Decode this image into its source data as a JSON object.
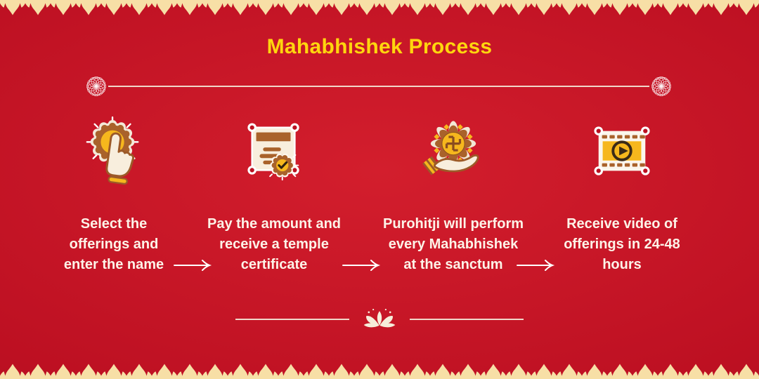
{
  "header": {
    "title": "Mahabhishek Process"
  },
  "steps": [
    {
      "icon": "tap-select-icon",
      "label": "Select the offerings and enter the name"
    },
    {
      "icon": "temple-certificate-icon",
      "label": "Pay the amount and receive a temple certificate"
    },
    {
      "icon": "priest-hand-swastika-icon",
      "label": "Purohitji will perform every Mahabhishek at the sanctum"
    },
    {
      "icon": "video-film-icon",
      "label": "Receive video of offerings in 24-48 hours"
    }
  ],
  "decorations": {
    "top_border": "temple-scallop-border",
    "bottom_border": "temple-scallop-border",
    "divider": "horizontal-line-with-mandala-rosettes",
    "footer": "lotus-flower-between-lines"
  },
  "colors": {
    "background_center": "#d31e2d",
    "background_edge": "#a10b19",
    "border_cream": "#f7dfa6",
    "title_yellow": "#ffd60e",
    "text_white": "#fdf3e8",
    "icon_brown": "#a9622b",
    "icon_yellow": "#f6b71d",
    "icon_cream": "#f8eedd",
    "icon_dark": "#3a2a17",
    "line_white": "#f2e2d2"
  }
}
